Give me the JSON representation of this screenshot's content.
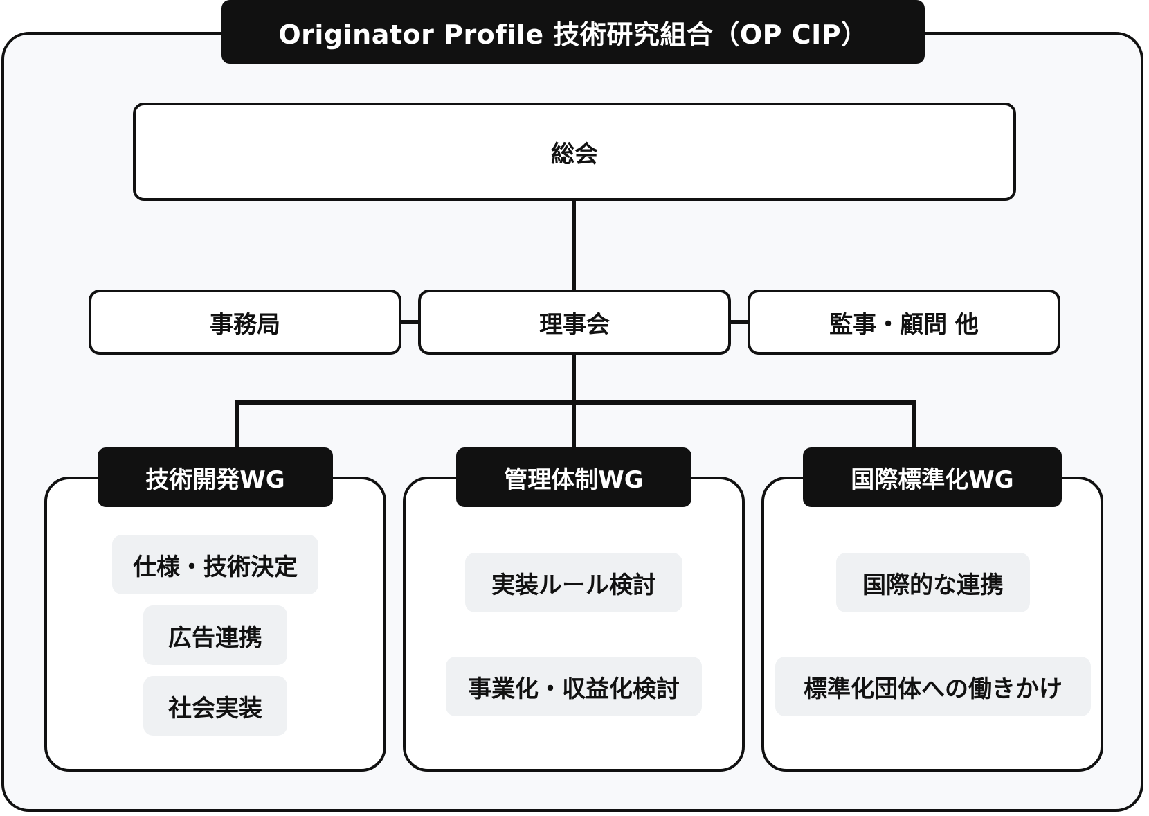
{
  "title": "Originator Profile 技術研究組合（OP CIP）",
  "general_assembly": "総会",
  "secretariat": "事務局",
  "board": "理事会",
  "auditors": "監事・顧問 他",
  "working_groups": [
    {
      "name": "技術開発WG",
      "tasks": [
        "仕様・技術決定",
        "広告連携",
        "社会実装"
      ]
    },
    {
      "name": "管理体制WG",
      "tasks": [
        "実装ルール検討",
        "事業化・収益化検討"
      ]
    },
    {
      "name": "国際標準化WG",
      "tasks": [
        "国際的な連携",
        "標準化団体への働きかけ"
      ]
    }
  ]
}
